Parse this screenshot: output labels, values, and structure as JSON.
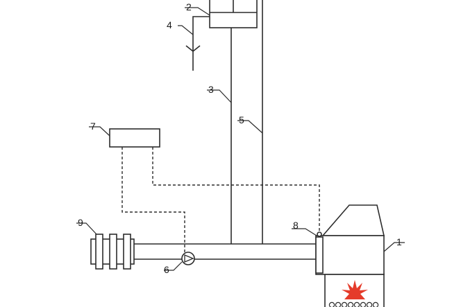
{
  "diagram": {
    "labels": {
      "l1": "1",
      "l2": "2",
      "l3": "3",
      "l4": "4",
      "l5": "5",
      "l6": "6",
      "l7": "7",
      "l8": "8",
      "l9": "9"
    },
    "colors": {
      "line": "#2b2b2b",
      "flame": "#e53b2a",
      "background": "#ffffff"
    }
  }
}
